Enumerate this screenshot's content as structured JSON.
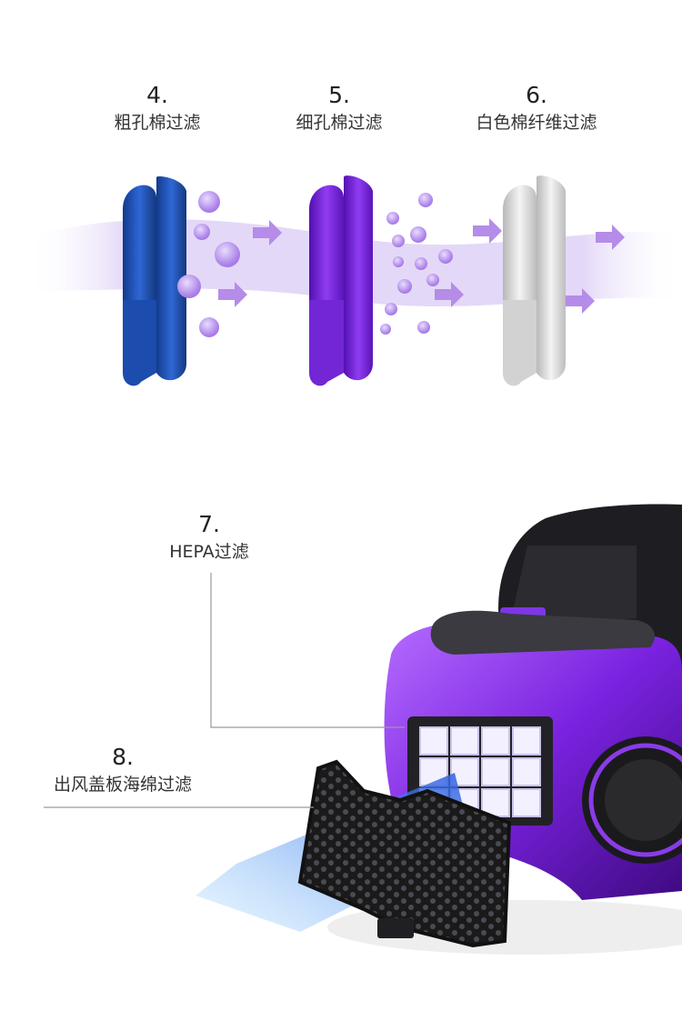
{
  "filters_top": [
    {
      "number": "4.",
      "label": "粗孔棉过滤",
      "color": "#1f4fb0"
    },
    {
      "number": "5.",
      "label": "细孔棉过滤",
      "color": "#7a1fe0"
    },
    {
      "number": "6.",
      "label": "白色棉纤维过滤",
      "color": "#d9d9d9"
    }
  ],
  "filters_bottom": [
    {
      "number": "7.",
      "label": "HEPA过滤"
    },
    {
      "number": "8.",
      "label": "出风盖板海绵过滤"
    }
  ],
  "colors": {
    "accent_purple": "#8a3be8",
    "airflow": "#c9b3f0",
    "outflow_blue": "#3a7ae8",
    "body_dark": "#1d1d1f"
  }
}
